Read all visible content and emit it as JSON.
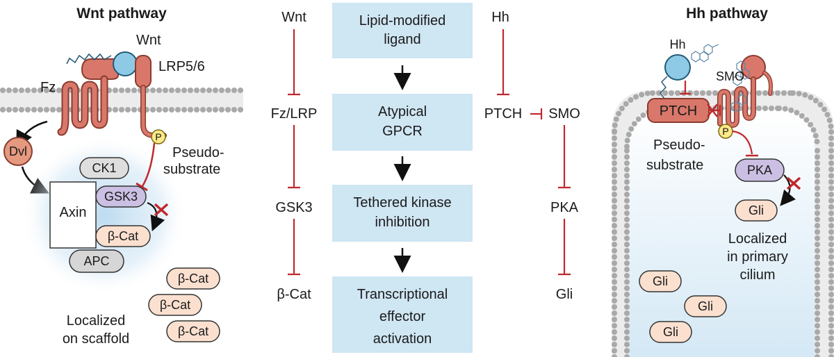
{
  "wnt": {
    "title": "Wnt pathway",
    "ligand": "Wnt",
    "receptor_fz": "Fz",
    "coreceptor": "LRP5/6",
    "dvl": "Dvl",
    "phospho": "P",
    "pseudo_line1": "Pseudo-",
    "pseudo_line2": "substrate",
    "ck1": "CK1",
    "axin": "Axin",
    "gsk3": "GSK3",
    "bcat": "β-Cat",
    "apc": "APC",
    "free_bcat": [
      "β-Cat",
      "β-Cat",
      "β-Cat"
    ],
    "loc_line1": "Localized",
    "loc_line2": "on scaffold"
  },
  "center": {
    "left_chain": [
      "Wnt",
      "Fz/LRP",
      "GSK3",
      "β-Cat"
    ],
    "boxes": [
      [
        "Lipid-modified",
        "ligand"
      ],
      [
        "Atypical",
        "GPCR"
      ],
      [
        "Tethered kinase",
        "inhibition"
      ],
      [
        "Transcriptional",
        "effector",
        "activation"
      ]
    ],
    "right_hh": "Hh",
    "right_ptch": "PTCH",
    "right_smo": "SMO",
    "right_pka": "PKA",
    "right_gli": "Gli"
  },
  "hh": {
    "title": "Hh pathway",
    "ligand": "Hh",
    "smo": "SMO",
    "ptch": "PTCH",
    "phospho": "P",
    "pseudo_line1": "Pseudo-",
    "pseudo_line2": "substrate",
    "pka": "PKA",
    "gli_cilium": "Gli",
    "loc_line1": "Localized",
    "loc_line2": "in primary",
    "loc_line3": "cilium",
    "free_gli": [
      "Gli",
      "Gli",
      "Gli"
    ]
  },
  "colors": {
    "membrane": "#a9a9a9",
    "receptor": "#d9786a",
    "receptor_dark": "#8a3b30",
    "ligand": "#8ecae6",
    "box": "#cfe6f3",
    "inhibit": "#c0282d",
    "phospho": "#fbe98a",
    "kinase": "#cbbfe3",
    "gray_protein": "#d6d6d6",
    "peach": "#fbe0cf",
    "halo": "#b9d9ef"
  }
}
